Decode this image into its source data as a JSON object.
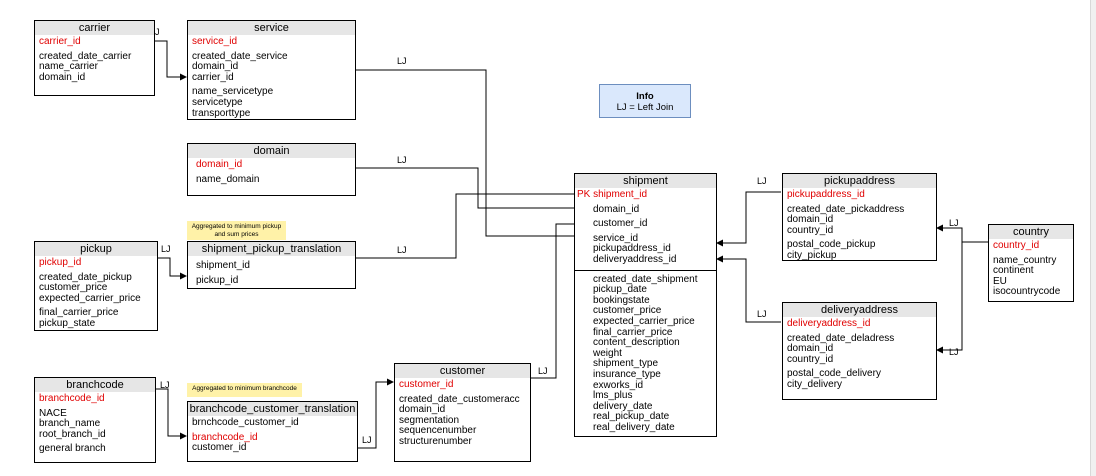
{
  "info": {
    "title": "Info",
    "text": "LJ = Left Join"
  },
  "join_label": "LJ",
  "notes": {
    "pickup": "Aggregated to minimum pickup and sum prices",
    "branch": "Aggregated to minimum branchcode"
  },
  "tables": {
    "carrier": {
      "name": "carrier",
      "pk": "carrier_id",
      "fields": [
        "created_date_carrier",
        "name_carrier",
        "domain_id"
      ]
    },
    "service": {
      "name": "service",
      "pk": "service_id",
      "fields": [
        "created_date_service",
        "domain_id",
        "carrier_id",
        "name_servicetype",
        "servicetype",
        "transporttype"
      ]
    },
    "domain": {
      "name": "domain",
      "pk": "domain_id",
      "fields": [
        "name_domain"
      ]
    },
    "pickup": {
      "name": "pickup",
      "pk": "pickup_id",
      "fields": [
        "created_date_pickup",
        "customer_price",
        "expected_carrier_price",
        "final_carrier_price",
        "pickup_state"
      ]
    },
    "shipment_pickup_translation": {
      "name": "shipment_pickup_translation",
      "fields": [
        "shipment_id",
        "pickup_id"
      ]
    },
    "branchcode": {
      "name": "branchcode",
      "pk": "branchcode_id",
      "fields": [
        "NACE",
        "branch_name",
        "root_branch_id",
        "general branch"
      ]
    },
    "branchcode_customer_translation": {
      "name": "branchcode_customer_translation",
      "fields": [
        "brnchcode_customer_id",
        "branchcode_id",
        "customer_id"
      ]
    },
    "customer": {
      "name": "customer",
      "pk": "customer_id",
      "fields": [
        "created_date_customeracc",
        "domain_id",
        "segmentation",
        "sequencenumber",
        "structurenumber"
      ]
    },
    "shipment": {
      "name": "shipment",
      "pk_tag": "PK",
      "pk": "shipment_id",
      "keys": [
        "domain_id",
        "customer_id",
        "service_id",
        "pickupaddress_id",
        "deliveryaddress_id"
      ],
      "fields": [
        "created_date_shipment",
        "pickup_date",
        "bookingstate",
        "customer_price",
        "expected_carrier_price",
        "final_carrier_price",
        "content_description",
        "weight",
        "shipment_type",
        "insurance_type",
        "exworks_id",
        "lms_plus",
        "delivery_date",
        "real_pickup_date",
        "real_delivery_date"
      ]
    },
    "pickupaddress": {
      "name": "pickupaddress",
      "pk": "pickupaddress_id",
      "fields": [
        "created_date_pickaddress",
        "domain_id",
        "country_id",
        "postal_code_pickup",
        "city_pickup"
      ]
    },
    "deliveryaddress": {
      "name": "deliveryaddress",
      "pk": "deliveryaddress_id",
      "fields": [
        "created_date_deladress",
        "domain_id",
        "country_id",
        "postal_code_delivery",
        "city_delivery"
      ]
    },
    "country": {
      "name": "country",
      "pk": "country_id",
      "fields": [
        "name_country",
        "continent",
        "EU",
        "isocountrycode"
      ]
    }
  },
  "colors": {
    "pk": "#e00000",
    "header": "#e6e6e6",
    "note": "#fff2a8",
    "info_bg": "#dae8fc",
    "info_border": "#6c8ebf"
  }
}
